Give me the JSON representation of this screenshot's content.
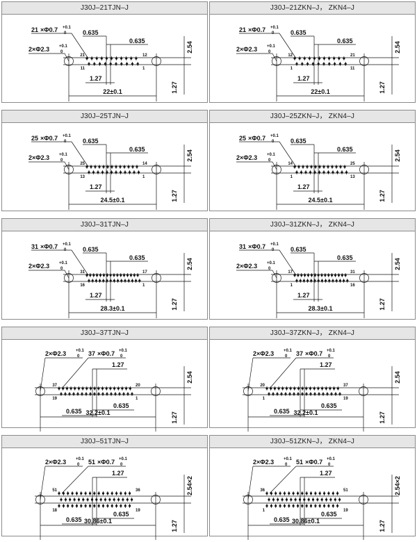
{
  "panels": [
    {
      "title": "J30J–21TJN–J",
      "pins": "21",
      "total": "22±0.1",
      "pin_hi": "21",
      "pin_right_top": "12",
      "pin_left_bot": "11",
      "pin_right_bot": "1",
      "reverse": false
    },
    {
      "title": "J30J–21ZKN–J， ZKN4–J",
      "pins": "21",
      "total": "22±0.1",
      "pin_hi": "12",
      "pin_right_top": "21",
      "pin_left_bot": "1",
      "pin_right_bot": "11",
      "reverse": true
    },
    {
      "title": "J30J–25TJN–J",
      "pins": "25",
      "total": "24.5±0.1",
      "pin_hi": "25",
      "pin_right_top": "14",
      "pin_left_bot": "13",
      "pin_right_bot": "1",
      "reverse": false
    },
    {
      "title": "J30J–25ZKN–J， ZKN4–J",
      "pins": "25",
      "total": "24.5±0.1",
      "pin_hi": "14",
      "pin_right_top": "25",
      "pin_left_bot": "1",
      "pin_right_bot": "13",
      "reverse": true
    },
    {
      "title": "J30J–31TJN–J",
      "pins": "31",
      "total": "28.3±0.1",
      "pin_hi": "31",
      "pin_right_top": "17",
      "pin_left_bot": "16",
      "pin_right_bot": "1",
      "reverse": false
    },
    {
      "title": "J30J–31ZKN–J， ZKN4–J",
      "pins": "31",
      "total": "28.3±0.1",
      "pin_hi": "17",
      "pin_right_top": "31",
      "pin_left_bot": "1",
      "pin_right_bot": "16",
      "reverse": true
    },
    {
      "title": "J30J–37TJN–J",
      "pins": "37",
      "total": "32.2±0.1",
      "pin_hi": "37",
      "pin_right_top": "20",
      "pin_left_bot": "19",
      "pin_right_bot": "1",
      "reverse": false
    },
    {
      "title": "J30J–37ZKN–J， ZKN4–J",
      "pins": "37",
      "total": "32.2±0.1",
      "pin_hi": "20",
      "pin_right_top": "37",
      "pin_left_bot": "1",
      "pin_right_bot": "19",
      "reverse": true
    },
    {
      "title": "J30J–51TJN–J",
      "pins": "51",
      "total": "30.86±0.1",
      "pin_hi": "51",
      "pin_right_top": "36",
      "pin_left_bot": "18",
      "pin_right_bot": "19",
      "reverse": false
    },
    {
      "title": "J30J–51ZKN–J， ZKN4–J",
      "pins": "51",
      "total": "30.86±0.1",
      "pin_hi": "36",
      "pin_right_top": "51",
      "pin_left_bot": "1",
      "pin_right_bot": "19",
      "reverse": true
    }
  ],
  "dims": {
    "hole": "2×Φ2.3",
    "pin_dia": "×Φ0.7",
    "tol_up": "+0.1",
    "tol_lo": "0",
    "half_pitch": "0.635",
    "pitch": "1.27",
    "row_pitch": "2.54",
    "row_pitch_51": "2.54×2"
  }
}
